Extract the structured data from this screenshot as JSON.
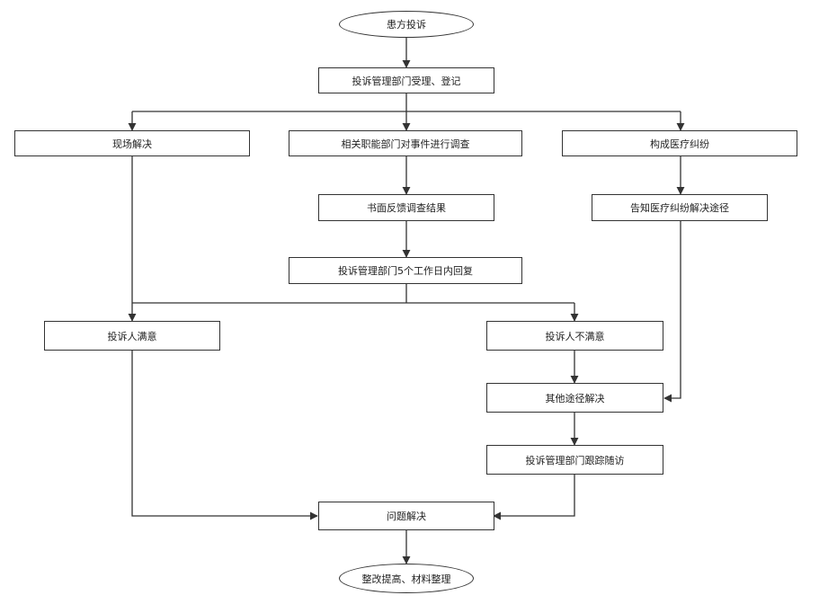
{
  "flowchart": {
    "start": "患方投诉",
    "register": "投诉管理部门受理、登记",
    "onsite": "现场解决",
    "investigate": "相关职能部门对事件进行调查",
    "dispute": "构成医疗纠纷",
    "written_feedback": "书面反馈调查结果",
    "inform_path": "告知医疗纠纷解决途径",
    "reply": "投诉管理部门5个工作日内回复",
    "satisfied": "投诉人满意",
    "unsatisfied": "投诉人不满意",
    "other_path": "其他途径解决",
    "follow_up": "投诉管理部门跟踪随访",
    "resolved": "问题解决",
    "end": "整改提高、材料整理"
  }
}
